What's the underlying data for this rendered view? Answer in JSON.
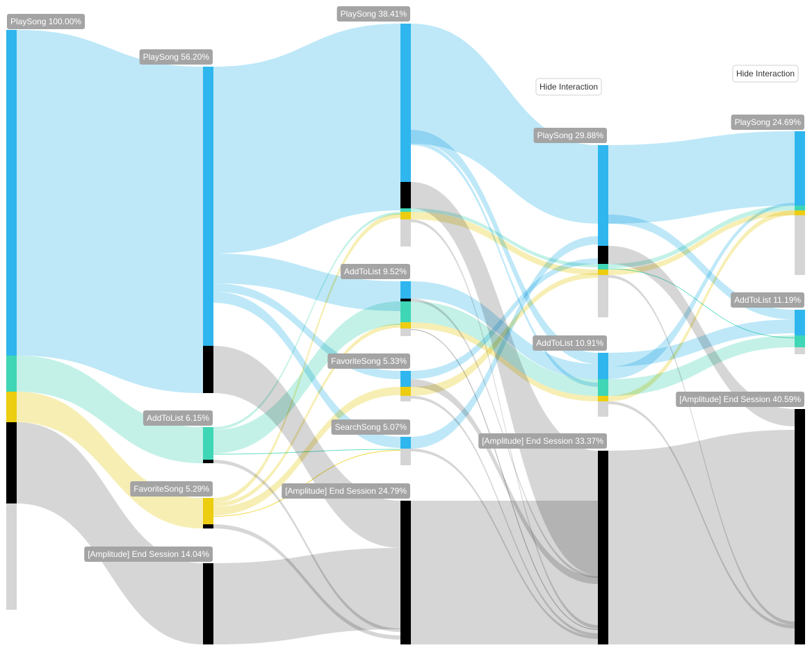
{
  "colors": {
    "PlaySong": "#2fb6ee",
    "AddToList": "#3fd6b6",
    "FavoriteSong": "#eccd10",
    "SearchSong": "#2fb6ee",
    "End": "#000000",
    "Exit": "#d5d5d5"
  },
  "buttons": {
    "hide_interaction_1": "Hide Interaction",
    "hide_interaction_2": "Hide Interaction"
  },
  "steps": [
    {
      "nodes": [
        {
          "id": "s0-play",
          "event": "PlaySong",
          "label": "PlaySong 100.00%"
        }
      ]
    },
    {
      "nodes": [
        {
          "id": "s1-play",
          "event": "PlaySong",
          "label": "PlaySong 56.20%"
        },
        {
          "id": "s1-add",
          "event": "AddToList",
          "label": "AddToList 6.15%"
        },
        {
          "id": "s1-fav",
          "event": "FavoriteSong",
          "label": "FavoriteSong 5.29%"
        },
        {
          "id": "s1-end",
          "event": "End",
          "label": "[Amplitude] End Session 14.04%"
        }
      ]
    },
    {
      "nodes": [
        {
          "id": "s2-play",
          "event": "PlaySong",
          "label": "PlaySong 38.41%"
        },
        {
          "id": "s2-add",
          "event": "AddToList",
          "label": "AddToList 9.52%"
        },
        {
          "id": "s2-fav",
          "event": "FavoriteSong",
          "label": "FavoriteSong 5.33%"
        },
        {
          "id": "s2-search",
          "event": "SearchSong",
          "label": "SearchSong 5.07%"
        },
        {
          "id": "s2-end",
          "event": "End",
          "label": "[Amplitude] End Session 24.79%"
        }
      ]
    },
    {
      "nodes": [
        {
          "id": "s3-play",
          "event": "PlaySong",
          "label": "PlaySong 29.88%"
        },
        {
          "id": "s3-add",
          "event": "AddToList",
          "label": "AddToList 10.91%"
        },
        {
          "id": "s3-end",
          "event": "End",
          "label": "[Amplitude] End Session 33.37%"
        }
      ]
    },
    {
      "nodes": [
        {
          "id": "s4-play",
          "event": "PlaySong",
          "label": "PlaySong 24.69%"
        },
        {
          "id": "s4-add",
          "event": "AddToList",
          "label": "AddToList 11.19%"
        },
        {
          "id": "s4-end",
          "event": "End",
          "label": "[Amplitude] End Session 40.59%"
        }
      ]
    }
  ]
}
